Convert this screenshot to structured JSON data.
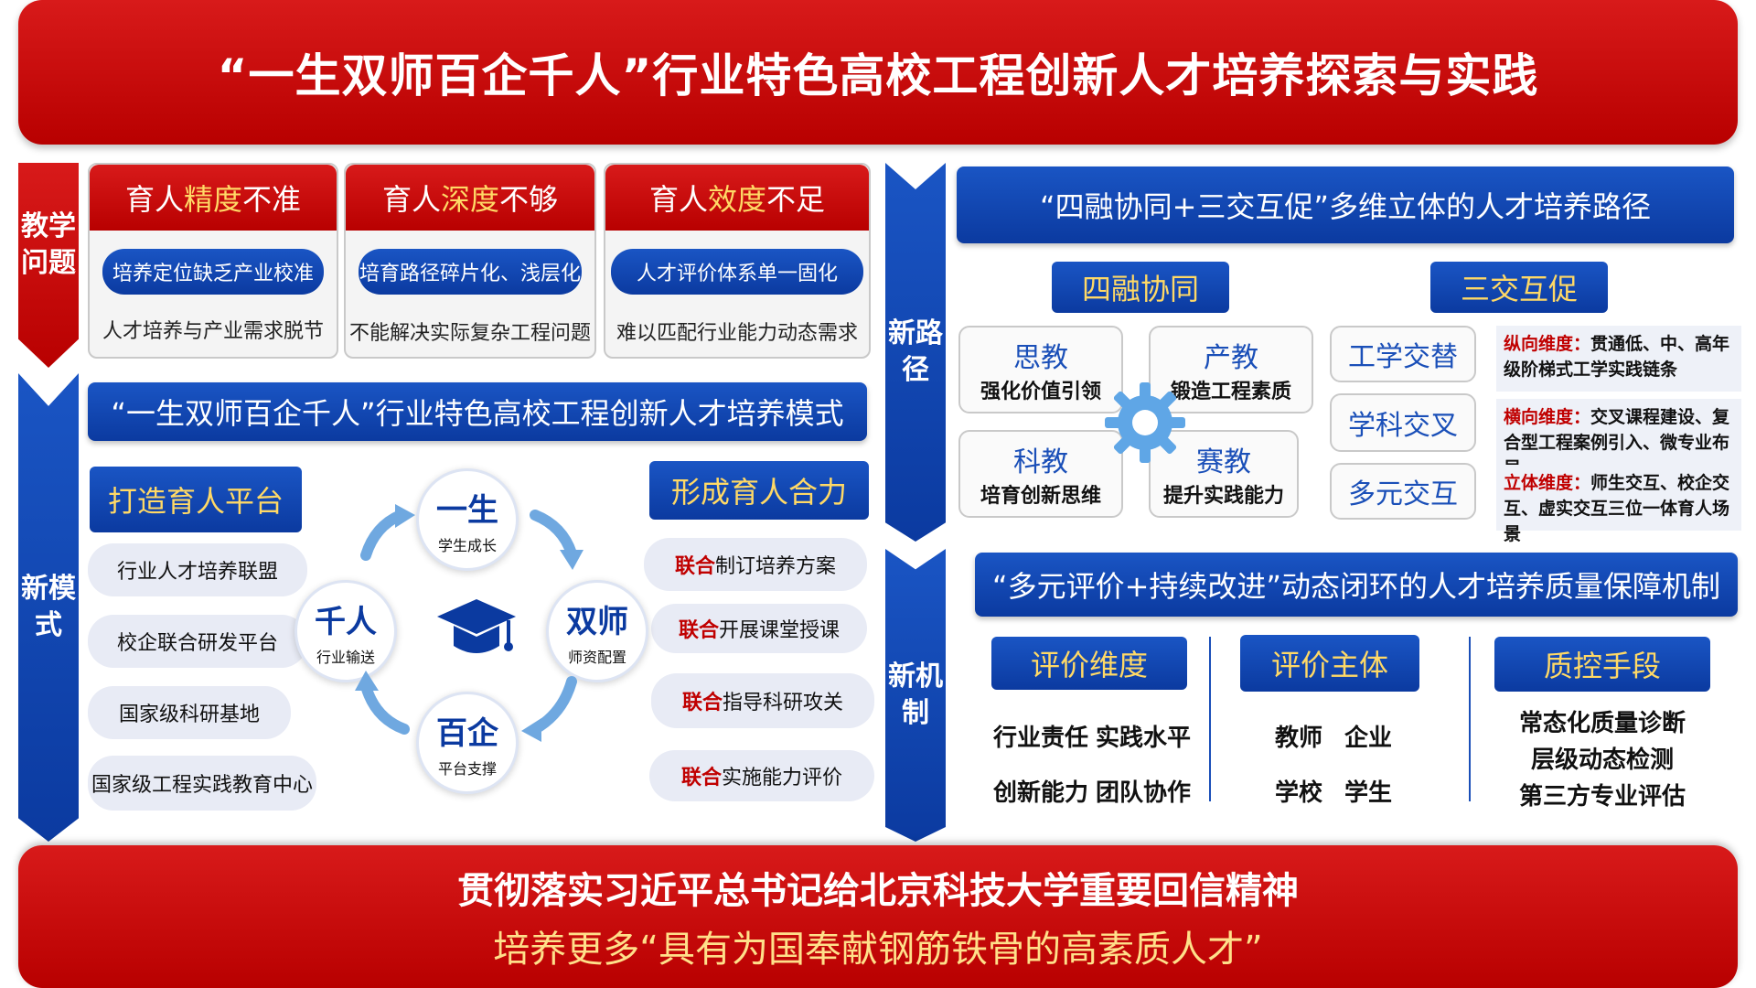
{
  "header": {
    "title": "“一生双师百企千人”行业特色高校工程创新人才培养探索与实践"
  },
  "sides": {
    "problems": "教学问题",
    "mode": "新模式",
    "path": "新路径",
    "mechanism": "新机制"
  },
  "problems": [
    {
      "head_pre": "育人",
      "head_hl": "精度",
      "head_post": "不准",
      "pill": "培养定位缺乏产业校准",
      "desc": "人才培养与产业需求脱节"
    },
    {
      "head_pre": "育人",
      "head_hl": "深度",
      "head_post": "不够",
      "pill": "培育路径碎片化、浅层化",
      "desc": "不能解决实际复杂工程问题"
    },
    {
      "head_pre": "育人",
      "head_hl": "效度",
      "head_post": "不足",
      "pill": "人才评价体系单一固化",
      "desc": "难以匹配行业能力动态需求"
    }
  ],
  "mode": {
    "banner": "“一生双师百企千人”行业特色高校工程创新人才培养模式",
    "left_head": "打造育人平台",
    "left_items": [
      "行业人才培养联盟",
      "校企联合研发平台",
      "国家级科研基地",
      "国家级工程实践教育中心"
    ],
    "right_head": "形成育人合力",
    "right_prefix": "联合",
    "right_items": [
      "制订培养方案",
      "开展课堂授课",
      "指导科研攻关",
      "实施能力评价"
    ],
    "cycle": [
      {
        "title": "一生",
        "sub": "学生成长"
      },
      {
        "title": "双师",
        "sub": "师资配置"
      },
      {
        "title": "百企",
        "sub": "平台支撑"
      },
      {
        "title": "千人",
        "sub": "行业输送"
      }
    ]
  },
  "path": {
    "banner": "“四融协同+三交互促”多维立体的人才培养路径",
    "left_head": "四融协同",
    "right_head": "三交互促",
    "four": [
      {
        "title": "思教",
        "sub": "强化价值引领"
      },
      {
        "title": "产教",
        "sub": "锻造工程素质"
      },
      {
        "title": "科教",
        "sub": "培育创新思维"
      },
      {
        "title": "赛教",
        "sub": "提升实践能力"
      }
    ],
    "three": [
      "工学交替",
      "学科交叉",
      "多元交互"
    ],
    "dims": [
      {
        "label": "纵向维度：",
        "text": "贯通低、中、高年级阶梯式工学实践链条"
      },
      {
        "label": "横向维度：",
        "text": "交叉课程建设、复合型工程案例引入、微专业布局"
      },
      {
        "label": "立体维度：",
        "text": "师生交互、校企交互、虚实交互三位一体育人场景"
      }
    ]
  },
  "mechanism": {
    "banner": "“多元评价+持续改进”动态闭环的人才培养质量保障机制",
    "col1_head": "评价维度",
    "col1_items": [
      "行业责任",
      "实践水平",
      "创新能力",
      "团队协作"
    ],
    "col2_head": "评价主体",
    "col2_items": [
      "教师",
      "企业",
      "学校",
      "学生"
    ],
    "col3_head": "质控手段",
    "col3_items": [
      "常态化质量诊断",
      "层级动态检测",
      "第三方专业评估"
    ]
  },
  "footer": {
    "line1": "贯彻落实习近平总书记给北京科技大学重要回信精神",
    "line2": "培养更多“具有为国奉献钢筋铁骨的高素质人才”"
  },
  "icons": {
    "center": "graduation-cap-icon",
    "gear": "gear-icon",
    "arrows": "curved-arrow-icon"
  },
  "colors": {
    "red": "#c00000",
    "blue": "#0b3aa0",
    "gold": "#ffd966"
  }
}
